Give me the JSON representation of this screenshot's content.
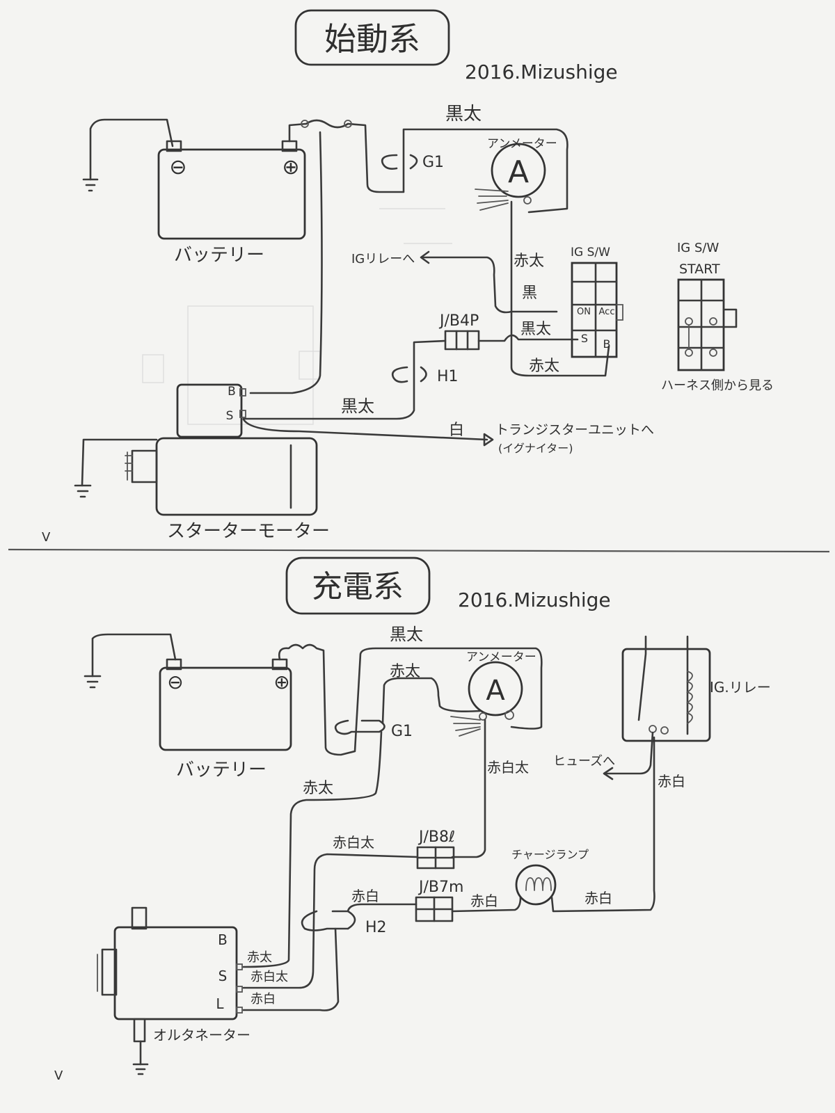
{
  "starting": {
    "title": "始動系",
    "signature": "2016.Mizushige",
    "battery": "バッテリー",
    "minus": "⊖",
    "plus": "⊕",
    "g1": "G1",
    "ammeter_label": "アンメーター",
    "ammeter_symbol": "A",
    "wire_top": "黒太",
    "ig_relay_to": "IGリレーへ",
    "wire_red_thick": "赤太",
    "wire_black": "黒",
    "wire_black_thick": "黒太",
    "wire_red_thick_2": "赤太",
    "jb": "J/B4P",
    "h1": "H1",
    "ig_sw": "IG S/W",
    "sw_on": "ON",
    "sw_acc": "Acc",
    "sw_s": "S",
    "sw_b": "B",
    "starter_b": "B",
    "starter_s": "S",
    "wire_black_thick_3": "黒太",
    "wire_white": "白",
    "transistor_to": "トランジスターユニットへ",
    "igniter": "(イグナイター)",
    "starter_motor": "スターターモーター",
    "ig_sw_right": "IG S/W",
    "start": "START",
    "harness_note": "ハーネス側から見る",
    "v_mark": "V"
  },
  "charging": {
    "title": "充電系",
    "signature": "2016.Mizushige",
    "battery": "バッテリー",
    "minus": "⊖",
    "plus": "⊕",
    "wire_black_thick": "黒太",
    "wire_red_thick": "赤太",
    "ammeter_label": "アンメーター",
    "ammeter_symbol": "A",
    "g1": "G1",
    "ig_relay": "IG.リレー",
    "fuse_to": "ヒューズへ",
    "wire_red_white": "赤白",
    "wire_red_white_thick": "赤白太",
    "wire_red_thick_left": "赤太",
    "wire_red_white_thick_2": "赤白太",
    "jb8": "J/B8ℓ",
    "charge_lamp": "チャージランプ",
    "jb7": "J/B7m",
    "wire_red_white_2": "赤白",
    "wire_red_white_3": "赤白",
    "wire_red_white_4": "赤白",
    "h2": "H2",
    "alt_b": "B",
    "alt_s": "S",
    "alt_l": "L",
    "alt_wire_b": "赤太",
    "alt_wire_s": "赤白太",
    "alt_wire_l": "赤白",
    "alternator": "オルタネーター",
    "v_mark": "V"
  },
  "colors": {
    "paper": "#f4f4f2",
    "pencil": "#333333"
  }
}
